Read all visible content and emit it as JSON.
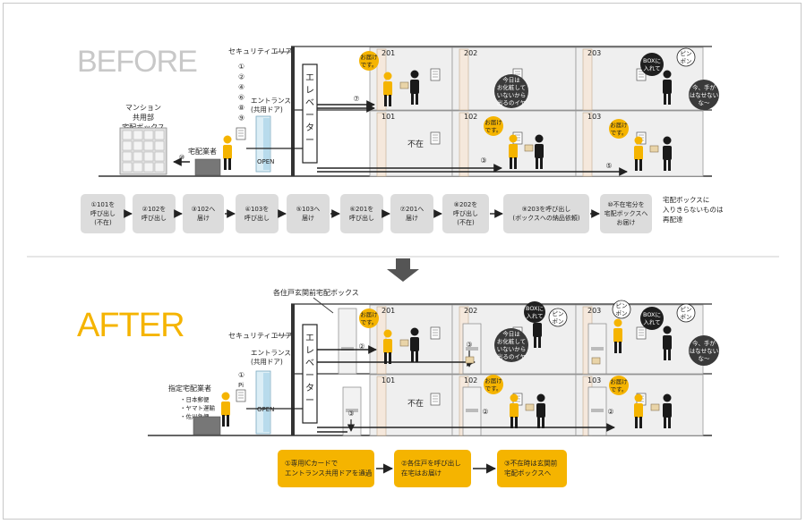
{
  "before": {
    "heading": "BEFORE",
    "security_area": "セキュリティエリア",
    "circled_numbers": [
      "①",
      "②",
      "④",
      "⑥",
      "⑧",
      "⑨"
    ],
    "entrance": [
      "エントランス",
      "(共用ドア)"
    ],
    "open": "OPEN",
    "elevator": "エレベーター",
    "mansion_box": [
      "マンション",
      "共用部",
      "宅配ボックス"
    ],
    "courier": "宅配業者",
    "arrow_labels": {
      "a10": "⑩",
      "a7": "⑦",
      "a3": "③",
      "a5": "⑤"
    },
    "rooms": {
      "r201": "201",
      "r202": "202",
      "r203": "203",
      "r101": "101",
      "r102": "102",
      "r103": "103"
    },
    "absent": "不在",
    "bubble_delivery": [
      "お届け",
      "です。"
    ],
    "bubble_202": [
      "今日は",
      "お化粧して",
      "いないから",
      "出るのイヤ"
    ],
    "bubble_box": [
      "BOXに",
      "入れて"
    ],
    "bubble_pinpon": [
      "ピン",
      "ポン"
    ],
    "bubble_busy": [
      "今、手が",
      "はなせない",
      "な〜"
    ],
    "steps": [
      {
        "lines": [
          "①101を",
          "呼び出し",
          "(不在)"
        ]
      },
      {
        "lines": [
          "②102を",
          "呼び出し"
        ]
      },
      {
        "lines": [
          "③102へ",
          "届け"
        ]
      },
      {
        "lines": [
          "④103を",
          "呼び出し"
        ]
      },
      {
        "lines": [
          "⑤103へ",
          "届け"
        ]
      },
      {
        "lines": [
          "⑥201を",
          "呼び出し"
        ]
      },
      {
        "lines": [
          "⑦201へ",
          "届け"
        ]
      },
      {
        "lines": [
          "⑧202を",
          "呼び出し",
          "(不在)"
        ]
      },
      {
        "lines": [
          "⑨203を呼び出し",
          "(ボックスへの納品依頼)"
        ]
      },
      {
        "lines": [
          "⑩不在宅分を",
          "宅配ボックスへ",
          "お届け"
        ]
      }
    ],
    "note": [
      "宅配ボックスに",
      "入りきらないものは",
      "再配達"
    ]
  },
  "after": {
    "heading": "AFTER",
    "door_box_label": "各住戸玄関前宅配ボックス",
    "security_area": "セキュリティエリア",
    "entrance": [
      "エントランス",
      "(共用ドア)"
    ],
    "circled_one": "①",
    "pi": "Pi",
    "open": "OPEN",
    "elevator": "エレベーター",
    "designated": "指定宅配業者",
    "carriers": [
      "・日本郵便",
      "・ヤマト運輸",
      "・佐川急便"
    ],
    "arrow_labels": {
      "t2a": "②",
      "t3a": "③",
      "t2b": "②",
      "t3b": "③",
      "b2a": "②",
      "b2b": "②"
    },
    "rooms": {
      "r201": "201",
      "r202": "202",
      "r203": "203",
      "r101": "101",
      "r102": "102",
      "r103": "103"
    },
    "absent": "不在",
    "bubble_delivery": [
      "お届け",
      "です。"
    ],
    "bubble_delivery2": [
      "お届け",
      "です。"
    ],
    "bubble_202": [
      "今日は",
      "お化粧して",
      "いないから",
      "出るのイヤ"
    ],
    "bubble_box": [
      "BOXに",
      "入れて"
    ],
    "bubble_pinpon": [
      "ピン",
      "ポン"
    ],
    "bubble_busy": [
      "今、手が",
      "はなせない",
      "な〜"
    ],
    "steps": [
      {
        "lines": [
          "①専用ICカードで",
          "エントランス共用ドアを通過"
        ]
      },
      {
        "lines": [
          "②各住戸を呼び出し",
          "在宅はお届け"
        ]
      },
      {
        "lines": [
          "③不在時は玄関前",
          "宅配ボックスへ"
        ]
      }
    ]
  },
  "colors": {
    "accent": "#f5b400",
    "gray_heading": "#c8c8c8",
    "step_gray": "#dcdcdc",
    "dark": "#3c3c3c"
  }
}
